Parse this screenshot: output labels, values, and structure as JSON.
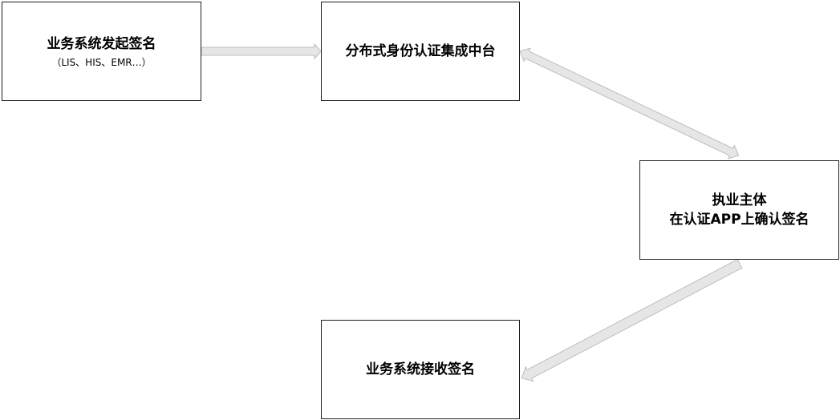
{
  "nodes": {
    "initiate": {
      "title": "业务系统发起签名",
      "subtitle": "（LIS、HIS、EMR…）"
    },
    "platform": {
      "title": "分布式身份认证集成中台"
    },
    "practitioner": {
      "line1": "执业主体",
      "line2": "在认证APP上确认签名"
    },
    "receive": {
      "title": "业务系统接收签名"
    }
  },
  "colors": {
    "box_border": "#1f1f1f",
    "arrow_fill": "#e6e6e6",
    "arrow_stroke": "#bdbdbd"
  }
}
